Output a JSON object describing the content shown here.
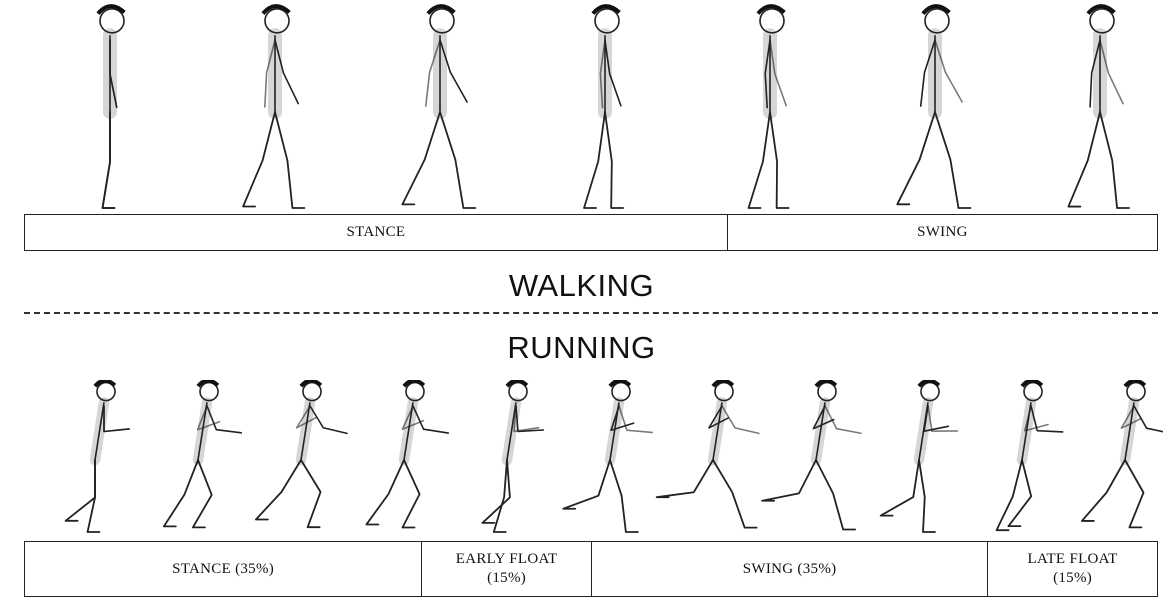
{
  "walking": {
    "heading": "WALKING",
    "phases": [
      {
        "label": "STANCE",
        "share": 0.62
      },
      {
        "label": "SWING",
        "share": 0.38
      }
    ],
    "figure_count": 7
  },
  "running": {
    "heading": "RUNNING",
    "phases": [
      {
        "label": "STANCE (35%)",
        "share": 0.35
      },
      {
        "label": "EARLY FLOAT\n(15%)",
        "share": 0.15
      },
      {
        "label": "SWING (35%)",
        "share": 0.35
      },
      {
        "label": "LATE FLOAT\n(15%)",
        "share": 0.15
      }
    ],
    "figure_count": 11
  },
  "colors": {
    "outline": "#222222",
    "shade": "#555555"
  }
}
